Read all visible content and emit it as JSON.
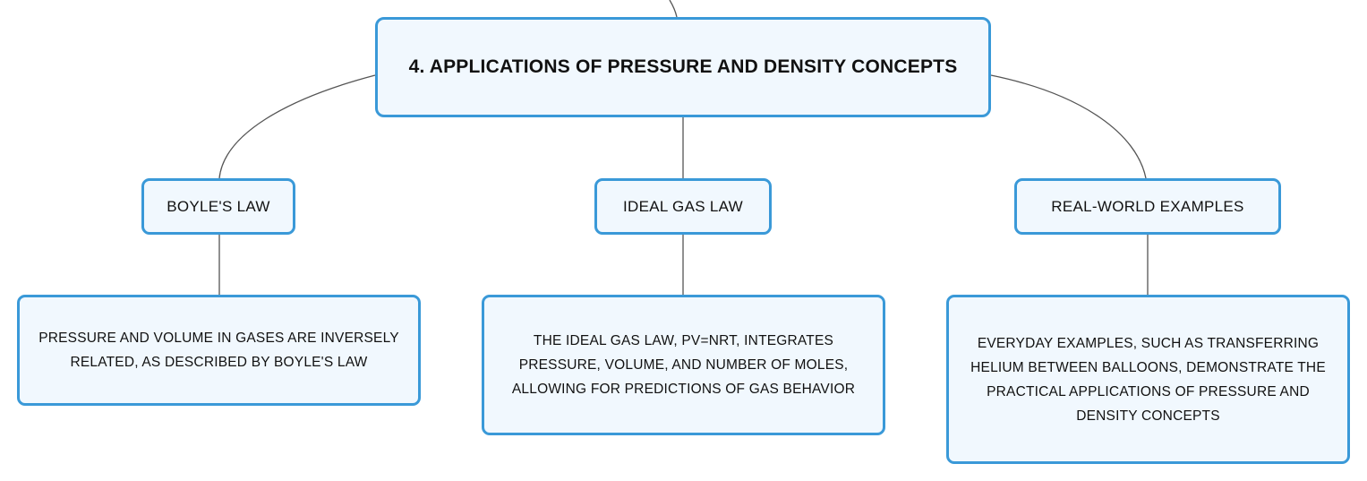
{
  "root": {
    "label": "4. APPLICATIONS OF PRESSURE AND DENSITY CONCEPTS"
  },
  "branches": [
    {
      "label": "BOYLE'S LAW",
      "detail": "PRESSURE AND VOLUME IN GASES ARE INVERSELY RELATED, AS DESCRIBED BY BOYLE'S LAW"
    },
    {
      "label": "IDEAL GAS LAW",
      "detail": "THE IDEAL GAS LAW, PV=NRT, INTEGRATES PRESSURE, VOLUME, AND NUMBER OF MOLES, ALLOWING FOR PREDICTIONS OF GAS BEHAVIOR"
    },
    {
      "label": "REAL-WORLD EXAMPLES",
      "detail": "EVERYDAY EXAMPLES, SUCH AS TRANSFERRING HELIUM BETWEEN BALLOONS, DEMONSTRATE THE PRACTICAL APPLICATIONS OF PRESSURE AND DENSITY CONCEPTS"
    }
  ],
  "colors": {
    "node_border": "#3a99d8",
    "node_fill": "#f1f8fe",
    "connector": "#555555",
    "text": "#111111"
  }
}
